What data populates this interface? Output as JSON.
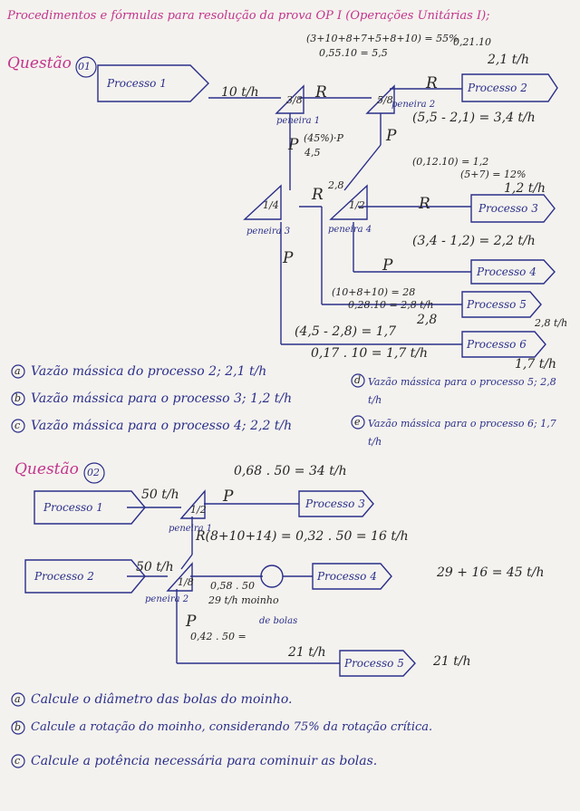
{
  "header": {
    "title": "Procedimentos e fórmulas para resolução da prova OP I (Operações Unitárias I);",
    "sum_top": "(3+10+8+7+5+8+10) = 55%",
    "calc_055": "0,55.10 = 5,5",
    "calc_021": "0,21.10",
    "result_21": "2,1 t/h"
  },
  "q1": {
    "label": "Questão",
    "number": "01",
    "processes": {
      "p1": "Processo 1",
      "p2": "Processo 2",
      "p3": "Processo 3",
      "p4": "Processo 4",
      "p5": "Processo 5",
      "p6": "Processo 6"
    },
    "feed": "10 t/h",
    "sieves": {
      "s1": "3/8",
      "s2": "5/8",
      "s3": "1/4",
      "s4": "1/2"
    },
    "sieve_names": {
      "n1": "peneira 1",
      "n2": "peneira 2",
      "n3": "peneira 3",
      "n4": "peneira 4"
    },
    "letters": {
      "R": "R",
      "P": "P"
    },
    "eq_p_frac": "(45%)·P",
    "eq_p_den": "4,5",
    "eq_28": "2,8",
    "eq_34": "(5,5 - 2,1) = 3,4 t/h",
    "eq_012": "(0,12.10) = 1,2",
    "eq_57": "(5+7) = 12%",
    "res_12": "1,2 t/h",
    "eq_22": "(3,4 - 1,2) = 2,2 t/h",
    "eq_28pct": "(10+8+10) = 28",
    "eq_028": "0,28.10 = 2,8 t/h",
    "res_28": "2,8",
    "res_28th": "2,8 t/h",
    "eq_17": "(4,5 - 2,8) = 1,7",
    "eq_017": "0,17 . 10 = 1,7 t/h",
    "res_17th": "1,7 t/h",
    "answers": {
      "a": "Vazão mássica do processo 2; 2,1 t/h",
      "b": "Vazão mássica para o processo 3; 1,2 t/h",
      "c": "Vazão mássica para o processo 4; 2,2 t/h",
      "d": "Vazão mássica para o processo 5; 2,8 t/h",
      "e": "Vazão mássica para o processo 6; 1,7 t/h"
    },
    "answer_letters": {
      "a": "a",
      "b": "b",
      "c": "c",
      "d": "d",
      "e": "e"
    }
  },
  "q2": {
    "label": "Questão",
    "number": "02",
    "top_calc": "0,68 . 50 = 34 t/h",
    "processes": {
      "p1": "Processo 1",
      "p2": "Processo 2",
      "p3": "Processo 3",
      "p4": "Processo 4",
      "p5": "Processo 5"
    },
    "feed1": "50 t/h",
    "feed2": "50 t/h",
    "sieves": {
      "s1": "1/2",
      "s2": "1/8"
    },
    "sieve_names": {
      "n1": "peneira 1",
      "n2": "peneira 2"
    },
    "letters": {
      "P": "P",
      "R": "R"
    },
    "eq_r": "R(8+10+14) = 0,32 . 50 = 16 t/h",
    "eq_058": "0,58 . 50",
    "eq_29": "29 t/h moinho",
    "mill_balls": "de bolas",
    "eq_sum": "29 + 16 = 45 t/h",
    "eq_042": "0,42 . 50 =",
    "res_21a": "21 t/h",
    "res_21b": "21 t/h",
    "tasks": {
      "a": "Calcule o diâmetro das bolas do moinho.",
      "b": "Calcule a rotação do moinho, considerando 75% da rotação crítica.",
      "c": "Calcule a potência necessária para cominuir as bolas."
    },
    "task_letters": {
      "a": "a",
      "b": "b",
      "c": "c"
    }
  }
}
